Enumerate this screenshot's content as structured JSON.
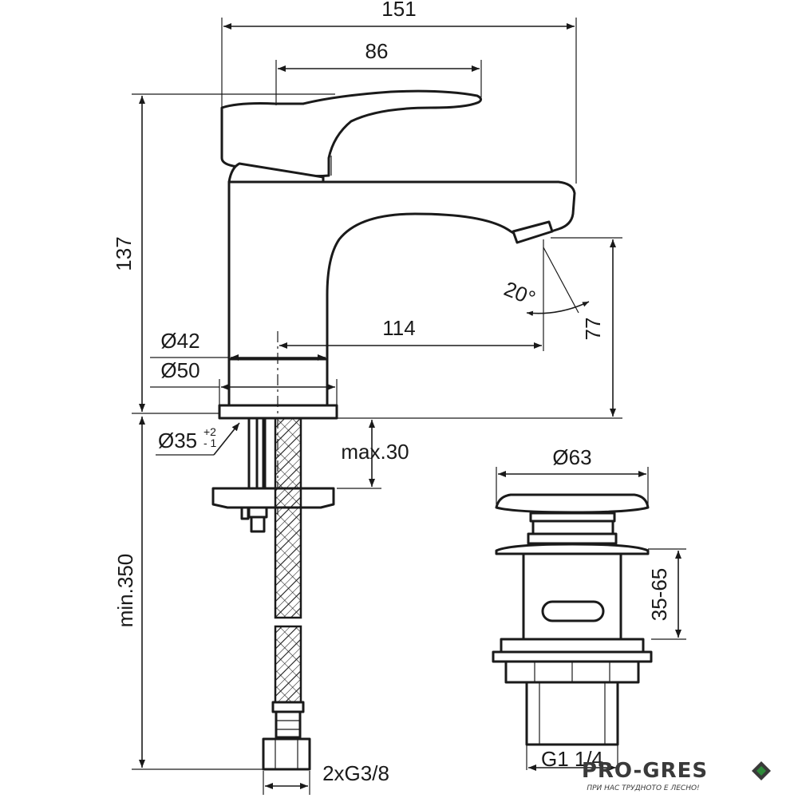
{
  "dimensions": {
    "overall_width": "151",
    "spout_lever": "86",
    "height": "137",
    "reach": "114",
    "spout_height": "77",
    "angle": "20°",
    "body_dia": "Ø42",
    "base_dia": "Ø50",
    "hole_dia": "Ø35",
    "hole_tol_plus": "+2",
    "hole_tol_minus": "- 1",
    "max_thickness": "max.30",
    "hose_length": "min.350",
    "connection": "2xG3/8",
    "waste_dia": "Ø63",
    "waste_range": "35-65",
    "waste_thread": "G1 1/4"
  },
  "watermark": {
    "brand": "PRO-GRES",
    "tagline": "ПРИ НАС ТРУДНОТО Е ЛЕСНО!",
    "color": "#3a3a3a",
    "accent": "#2e8b3a"
  }
}
